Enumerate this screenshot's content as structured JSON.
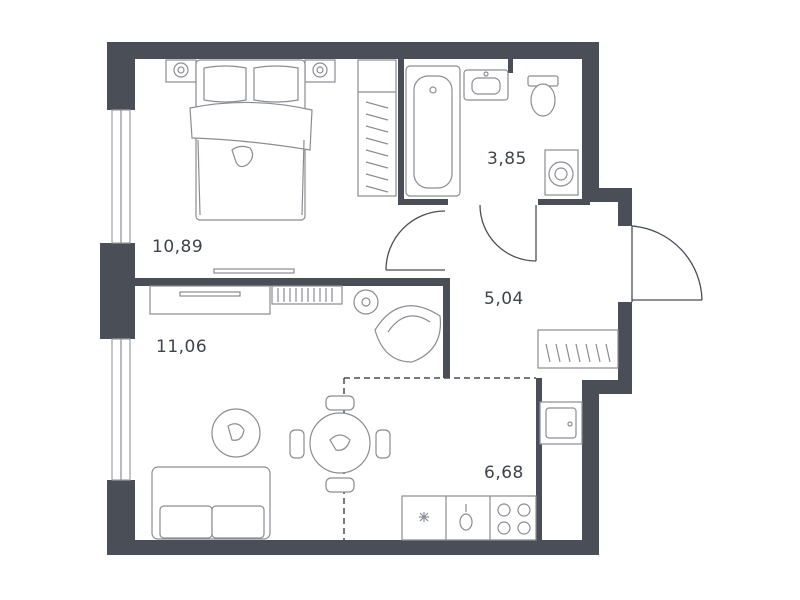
{
  "rooms": [
    {
      "id": "bedroom",
      "area": "10,89"
    },
    {
      "id": "bathroom",
      "area": "3,85"
    },
    {
      "id": "hallway",
      "area": "5,04"
    },
    {
      "id": "living-room",
      "area": "11,06"
    },
    {
      "id": "kitchen",
      "area": "6,68"
    }
  ],
  "colors": {
    "wall": "#4a4e57",
    "furniture_stroke": "#8a8d93",
    "label": "#3f434b",
    "background": "#ffffff"
  }
}
